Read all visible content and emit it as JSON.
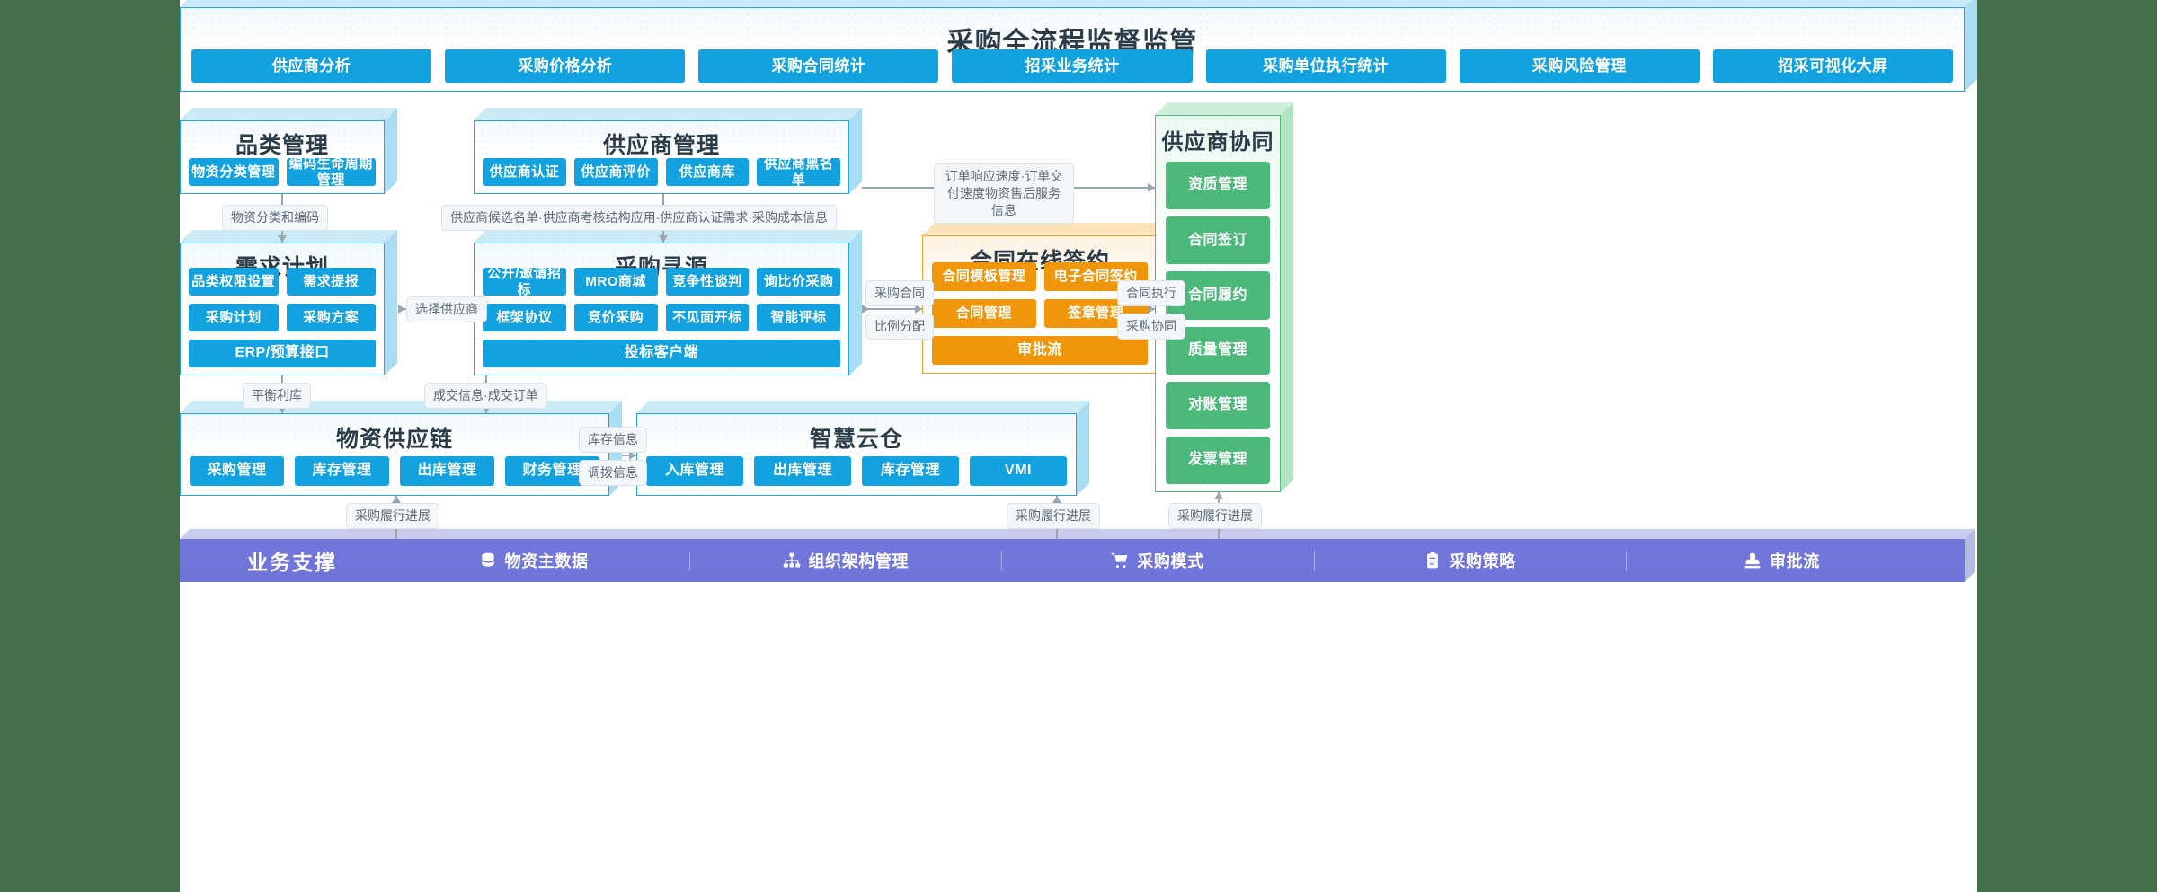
{
  "header": {
    "title": "采购全流程监督监管",
    "buttons": [
      "供应商分析",
      "采购价格分析",
      "采购合同统计",
      "招采业务统计",
      "采购单位执行统计",
      "采购风险管理",
      "招采可视化大屏"
    ]
  },
  "category": {
    "title": "品类管理",
    "items": [
      "物资分类管理",
      "编码生命周期管理"
    ]
  },
  "plan": {
    "title": "需求计划",
    "row1": [
      "品类权限设置",
      "需求提报"
    ],
    "row2": [
      "采购计划",
      "采购方案"
    ],
    "row3": "ERP/预算接口"
  },
  "supplier": {
    "title": "供应商管理",
    "items": [
      "供应商认证",
      "供应商评价",
      "供应商库",
      "供应商黑名单"
    ]
  },
  "sourcing": {
    "title": "采购寻源",
    "row1": [
      "公开/邀请招标",
      "MRO商城",
      "竞争性谈判",
      "询比价采购"
    ],
    "row2": [
      "框架协议",
      "竞价采购",
      "不见面开标",
      "智能评标"
    ],
    "row3": "投标客户端"
  },
  "contract": {
    "title": "合同在线签约",
    "row1": [
      "合同模板管理",
      "电子合同签约"
    ],
    "row2": [
      "合同管理",
      "签章管理"
    ],
    "row3": "审批流"
  },
  "collaboration": {
    "title": "供应商协同",
    "items": [
      "资质管理",
      "合同签订",
      "合同履约",
      "质量管理",
      "对账管理",
      "发票管理"
    ]
  },
  "supply_chain": {
    "title": "物资供应链",
    "items": [
      "采购管理",
      "库存管理",
      "出库管理",
      "财务管理"
    ]
  },
  "cloud_warehouse": {
    "title": "智慧云仓",
    "items": [
      "入库管理",
      "出库管理",
      "库存管理",
      "VMI"
    ]
  },
  "support_bar": {
    "title": "业务支撑",
    "items": [
      {
        "label": "物资主数据",
        "icon": "database-icon"
      },
      {
        "label": "组织架构管理",
        "icon": "org-chart-icon"
      },
      {
        "label": "采购模式",
        "icon": "shopping-cart-icon"
      },
      {
        "label": "采购策略",
        "icon": "clipboard-icon"
      },
      {
        "label": "审批流",
        "icon": "stamp-icon"
      }
    ]
  },
  "connectors": {
    "cat_to_plan": "物资分类和编码",
    "sup_to_src": "供应商候选名单·供应商考核结构应用·供应商认证需求·采购成本信息",
    "plan_to_src": "选择供应商",
    "sup_to_collab": "订单响应速度·订单交付速度物资售后服务信息",
    "src_to_ctr_a": "采购合同",
    "src_to_ctr_b": "比例分配",
    "ctr_to_collab_a": "合同执行",
    "ctr_to_collab_b": "采购协同",
    "plan_to_chain": "平衡利库",
    "src_to_chain": "成交信息·成交订单",
    "chain_to_cloud_a": "库存信息",
    "chain_to_cloud_b": "调拨信息",
    "chain_progress": "采购履行进展",
    "cloud_progress": "采购履行进展",
    "collab_progress": "采购履行进展"
  },
  "colors": {
    "blue": "#12a2e0",
    "orange": "#f0960b",
    "green": "#4cb97b",
    "purple": "#7277da",
    "page_bg": "#45704c"
  }
}
